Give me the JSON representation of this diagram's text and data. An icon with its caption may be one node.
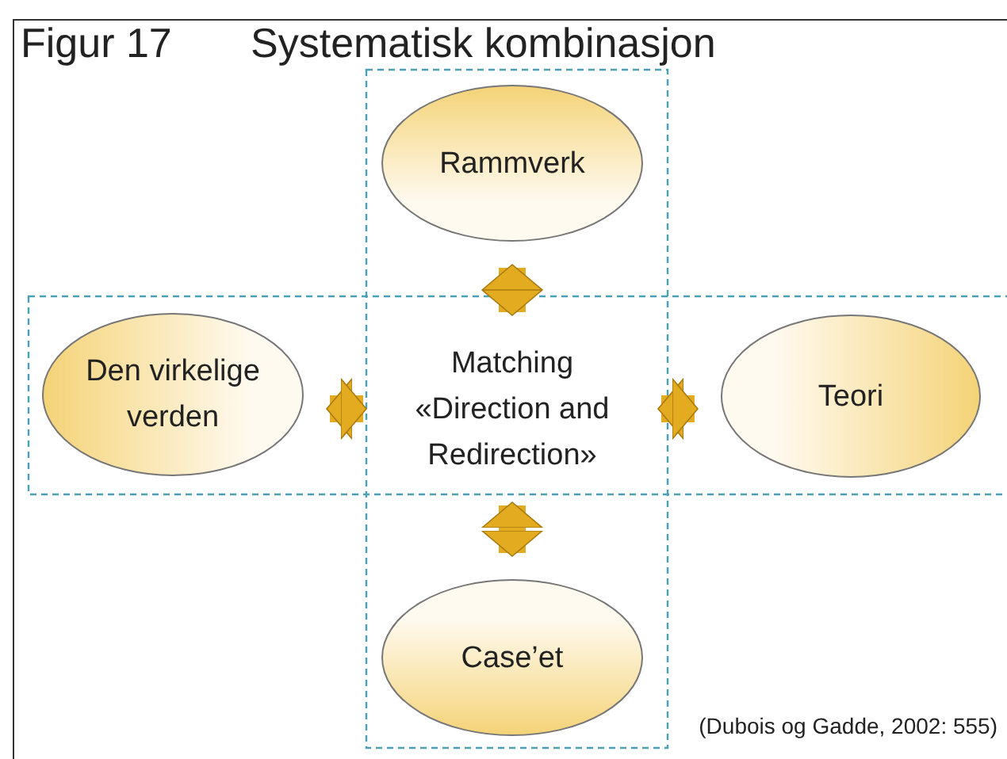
{
  "diagram": {
    "title": "Systematisk kombinasjon",
    "caption": "(Dubois og Gadde, 2002: 555)",
    "nodes": [
      {
        "text": [
          "Rammverk"
        ]
      },
      {
        "text": [
          "Den virkelige verden"
        ]
      },
      {
        "text": [
          "Matching «Direction and Redirection»"
        ]
      },
      {
        "text": [
          "Teori"
        ]
      },
      {
        "text": [
          "Case’et"
        ]
      }
    ],
    "edges": [
      {
        "from": 0,
        "to": 2,
        "arrow": "both"
      },
      {
        "from": 1,
        "to": 2,
        "arrow": "both"
      },
      {
        "from": 2,
        "to": 3,
        "arrow": "both"
      },
      {
        "from": 2,
        "to": 4,
        "arrow": "both"
      }
    ],
    "labels": [
      "Figur 17"
    ]
  }
}
